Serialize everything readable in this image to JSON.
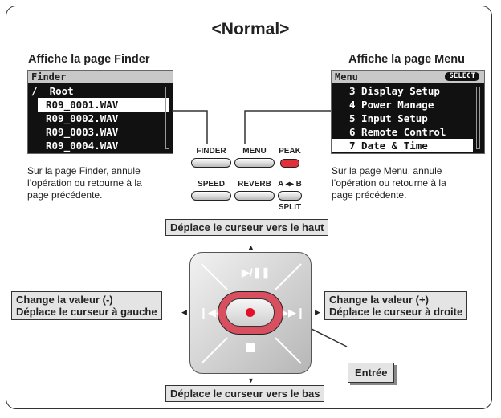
{
  "title": "<Normal>",
  "finder": {
    "heading": "Affiche la page Finder",
    "screen_title": "Finder",
    "rows": [
      "/  Root",
      "R09_0001.WAV",
      "R09_0002.WAV",
      "R09_0003.WAV",
      "R09_0004.WAV"
    ],
    "description_lines": [
      "Sur la page Finder, annule",
      "l’opération ou retourne à la",
      "page précédente."
    ]
  },
  "menu": {
    "heading": "Affiche la page Menu",
    "screen_title": "Menu",
    "select_badge": "SELECT",
    "rows": [
      "3 Display Setup",
      "4 Power Manage",
      "5 Input Setup",
      "6 Remote Control",
      "7 Date & Time"
    ],
    "description_lines": [
      "Sur la page Menu, annule",
      "l’opération ou retourne à la",
      "page précédente."
    ]
  },
  "buttons": {
    "finder": "FINDER",
    "menu": "MENU",
    "peak": "PEAK",
    "speed": "SPEED",
    "reverb": "REVERB",
    "ab": "A ◂▸ B",
    "split": "SPLIT"
  },
  "callouts": {
    "up": "Déplace le curseur vers le haut",
    "down": "Déplace le curseur vers le bas",
    "left_line1": "Change la valeur (-)",
    "left_line2": "Déplace le curseur à gauche",
    "right_line1": "Change la valeur (+)",
    "right_line2": "Déplace le curseur à droite",
    "enter": "Entrée"
  },
  "colors": {
    "peak": "#e0303a",
    "record_ring": "#d8505f",
    "record_dot": "#e2102a"
  }
}
